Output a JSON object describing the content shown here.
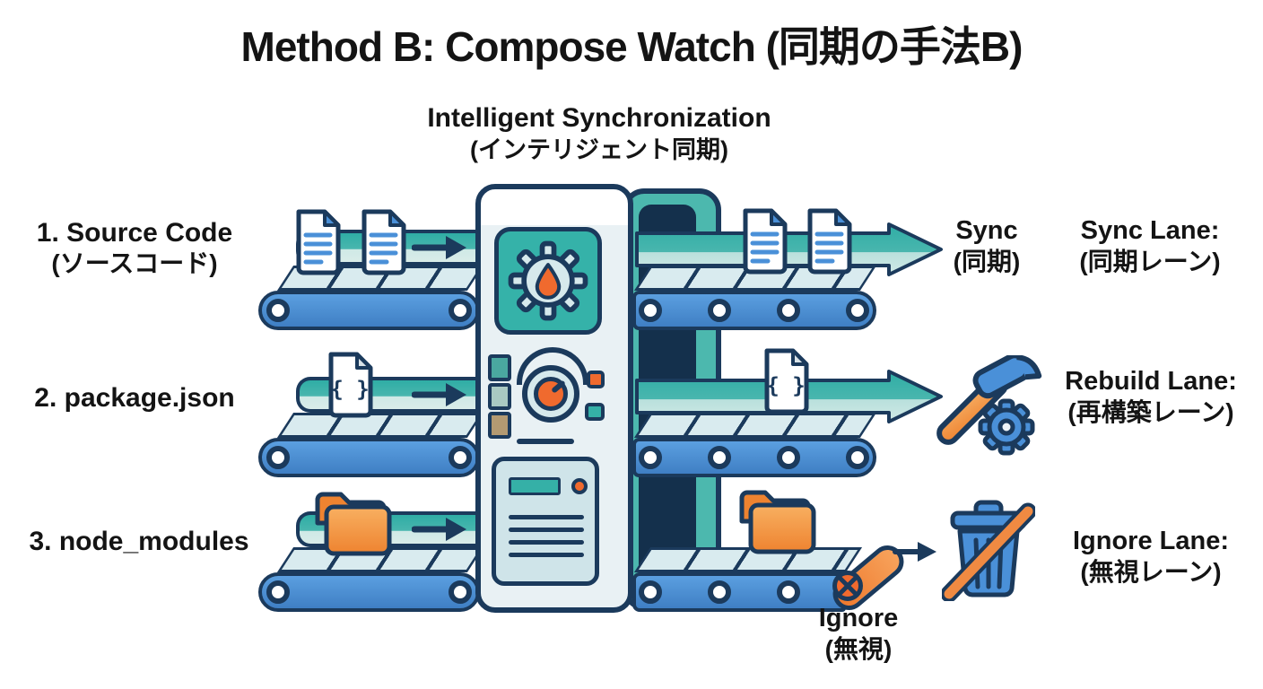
{
  "title": "Method B: Compose Watch (同期の手法B)",
  "machine": {
    "name": "Intelligent Synchronization",
    "name_ja": "(インテリジェント同期)"
  },
  "lanes": [
    {
      "id": "sync",
      "input_label": "1. Source Code",
      "input_label_ja": "(ソースコード)",
      "item_icon": "document-icon",
      "action_label": "Sync",
      "action_label_ja": "(同期)",
      "lane_label": "Sync Lane:",
      "lane_label_ja": "(同期レーン)"
    },
    {
      "id": "rebuild",
      "input_label": "2. package.json",
      "item_icon": "json-file-icon",
      "output_icon": "hammer-gear-icon",
      "lane_label": "Rebuild Lane:",
      "lane_label_ja": "(再構築レーン)"
    },
    {
      "id": "ignore",
      "input_label": "3. node_modules",
      "item_icon": "folder-icon",
      "output_icon": "no-trash-icon",
      "action_label": "Ignore",
      "action_label_ja": "(無視)",
      "lane_label": "Ignore Lane:",
      "lane_label_ja": "(無視レーン)"
    }
  ],
  "colors": {
    "teal": "#35b0a7",
    "teal_light": "#cfe9e6",
    "belt_blue": "#4a8fd2",
    "navy": "#1b3a5c",
    "orange": "#f06a2e",
    "folder_orange": "#f2923d",
    "panel_light": "#e9f1f4",
    "frame_dark": "#14304c",
    "doc_blue": "#4a90d8",
    "text": "#141414",
    "background": "#ffffff"
  }
}
